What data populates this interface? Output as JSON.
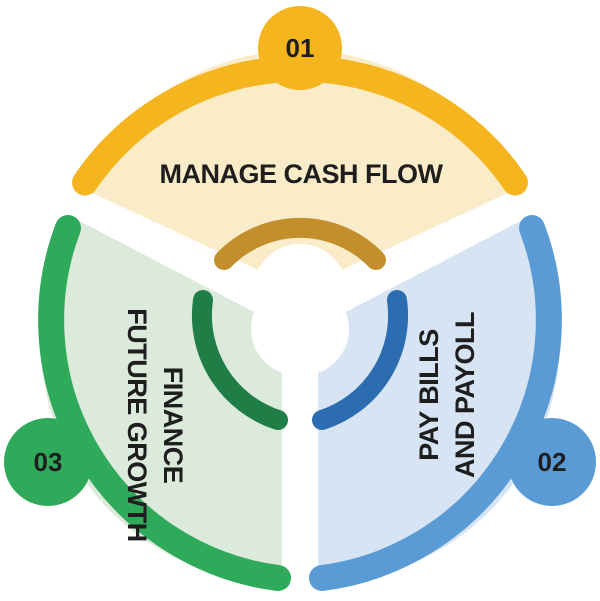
{
  "diagram": {
    "type": "three-step cycle",
    "segments": [
      {
        "number": "01",
        "label_lines": [
          "MANAGE CASH FLOW"
        ],
        "color": "#f5b51e",
        "fill": "#faebc9",
        "inner_color": "#c28f2c"
      },
      {
        "number": "02",
        "label_lines": [
          "PAY BILLS",
          "AND PAYOLL"
        ],
        "color": "#5b9bd5",
        "fill": "#d6e4f3",
        "inner_color": "#2c6db2"
      },
      {
        "number": "03",
        "label_lines": [
          "FINANCE",
          "FUTURE GROWTH"
        ],
        "color": "#2eaa5a",
        "fill": "#dceadb",
        "inner_color": "#1f7d46"
      }
    ]
  }
}
